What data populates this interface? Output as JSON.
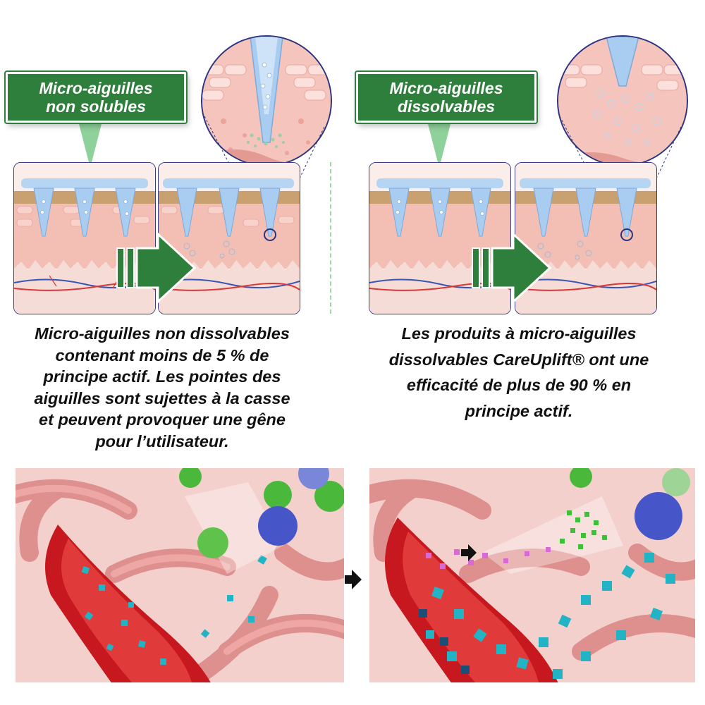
{
  "left_panel": {
    "label_lines": [
      "Micro-aiguilles",
      "non solubles"
    ],
    "description_lines": [
      "Micro-aiguilles non dissolvables",
      "contenant moins de 5 % de",
      "principe actif. Les pointes des",
      "aiguilles sont sujettes à la casse",
      "et peuvent provoquer une gêne",
      "pour l’utilisateur."
    ]
  },
  "right_panel": {
    "label_lines": [
      "Micro-aiguilles",
      "dissolvables"
    ],
    "description_lines": [
      "Les produits à micro-aiguilles",
      "dissolvables CareUplift® ont une",
      "efficacité de plus de 90 % en",
      "principe actif."
    ]
  },
  "icons": [
    "arrow-right-icon",
    "dot-cluster-icon"
  ],
  "colors": {
    "label_green": "#2f7f3c",
    "tail_green": "#8fd19a",
    "needle_blue": "#aed0f2",
    "skin_pink": "#f2b6ae",
    "vessel_red": "#d92a2e",
    "particle_cyan": "#24b5c4"
  }
}
